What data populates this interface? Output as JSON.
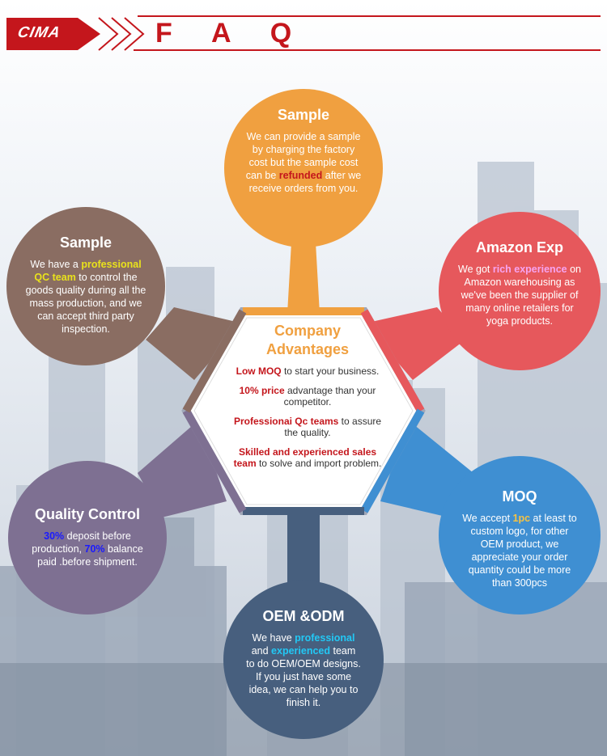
{
  "header": {
    "logo_text": "CIMA",
    "title": "F A Q"
  },
  "colors": {
    "brand_red": "#c4161c",
    "orange": "#f0a040",
    "brown": "#8a6d62",
    "coral": "#e6585c",
    "purple": "#7e7092",
    "blue": "#3f8fd2",
    "navy": "#475f7e"
  },
  "center": {
    "title_line1": "Company",
    "title_line2": "Advantages",
    "items": [
      {
        "highlight": "Low MOQ",
        "text": " to start your business."
      },
      {
        "highlight": "10% price",
        "text": " advantage than your competitor."
      },
      {
        "highlight": "Professionai Qc teams",
        "text": " to assure the quality."
      },
      {
        "highlight": "Skilled and experienced sales team",
        "text": " to solve and import problem."
      }
    ]
  },
  "cards": {
    "sample_top": {
      "title": "Sample",
      "pre": "We can provide a sample by charging the factory cost but the sample cost can be ",
      "hl": "refunded",
      "post": " after we receive orders from you."
    },
    "sample_left": {
      "title": "Sample",
      "pre": "We have a ",
      "hl": "professional QC team",
      "post": " to control the goods quality during all the mass production, and we can accept third party inspection."
    },
    "amazon": {
      "title": "Amazon Exp",
      "pre": "We got ",
      "hl": "rich experience",
      "post": " on Amazon warehousing as we've been the supplier of many online retailers for yoga products."
    },
    "quality": {
      "title": "Quality Control",
      "hl1": "30%",
      "mid": " deposit before production, ",
      "hl2": "70%",
      "post": " balance paid .before shipment."
    },
    "moq": {
      "title": "MOQ",
      "pre": "We accept ",
      "hl": "1pc",
      "post": " at least to custom logo, for other OEM product, we appreciate your order quantity could be more than 300pcs"
    },
    "oem": {
      "title": "OEM &ODM",
      "pre": "We have ",
      "hl1": "professional",
      "mid1": " and ",
      "hl2": "experienced",
      "post": " team to do OEM/OEM designs. If you just have some idea, we can help you to finish it."
    }
  }
}
